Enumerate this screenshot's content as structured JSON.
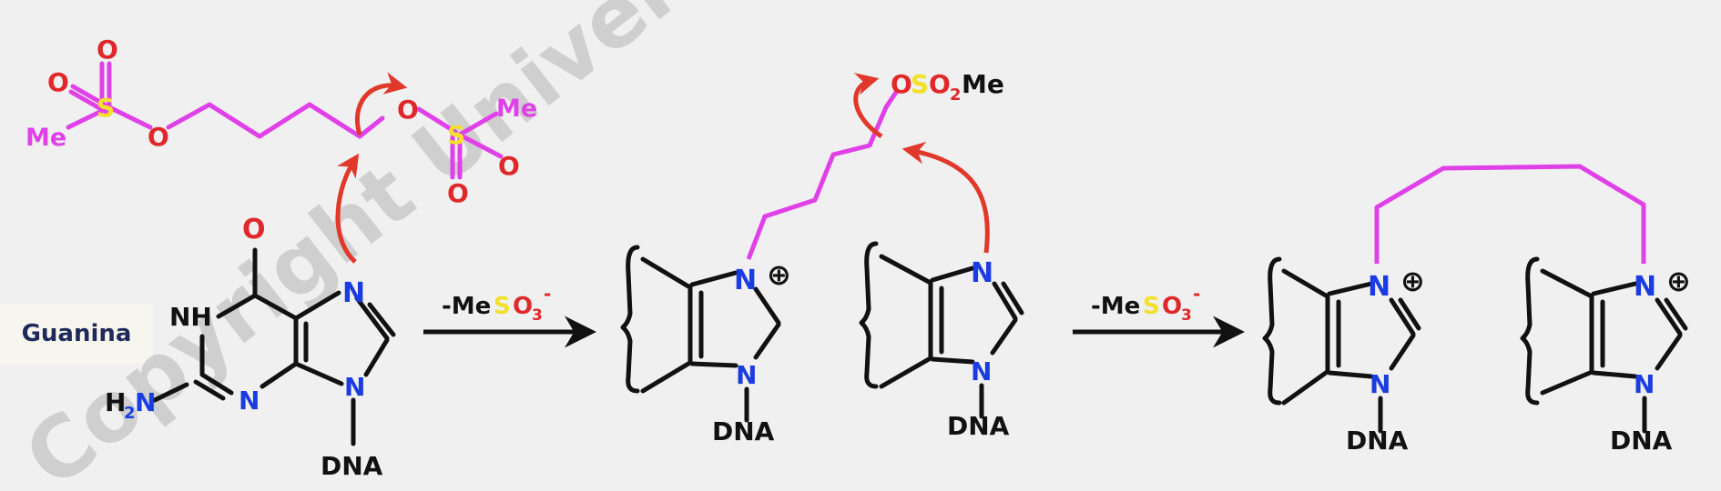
{
  "badge": {
    "text": "Guanina"
  },
  "watermark": {
    "text": "Copyright Universitat"
  },
  "colors": {
    "oxygen": "#e0282a",
    "nitrogen": "#1a3ce0",
    "sulfur": "#f2e02a",
    "chain": "#e040e8",
    "bond": "#111111",
    "arrow_curved": "#e0382a",
    "badge_text": "#1f2a5a"
  },
  "atoms": {
    "O": "O",
    "S": "S",
    "N": "N",
    "H": "H",
    "Me": "Me",
    "NH": "NH",
    "H2N_H": "H",
    "H2N_2": "2",
    "H2N_N": "N",
    "DNA": "DNA",
    "plus": "⊕",
    "SO2Me_O": "O",
    "SO2Me_S": "S",
    "SO2Me_O2": "O",
    "SO2Me_2": "2",
    "SO2Me_Me": "Me"
  },
  "reagent1": {
    "minus_me": "-Me",
    "S": "S",
    "O": "O",
    "sub3": "3",
    "sup": "-"
  },
  "reagent2": {
    "minus_me": "-Me",
    "S": "S",
    "O": "O",
    "sub3": "3",
    "sup": "-"
  }
}
